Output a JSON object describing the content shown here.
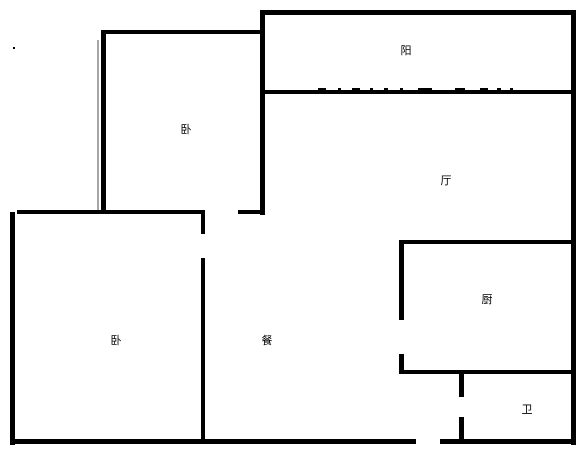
{
  "floorplan": {
    "rooms": {
      "balcony": "阳",
      "bedroom_upper": "卧",
      "living_room": "厅",
      "kitchen": "厨",
      "bedroom_lower": "卧",
      "dining": "餐",
      "bathroom": "卫"
    },
    "colors": {
      "wall": "#000000",
      "background": "#ffffff"
    }
  }
}
